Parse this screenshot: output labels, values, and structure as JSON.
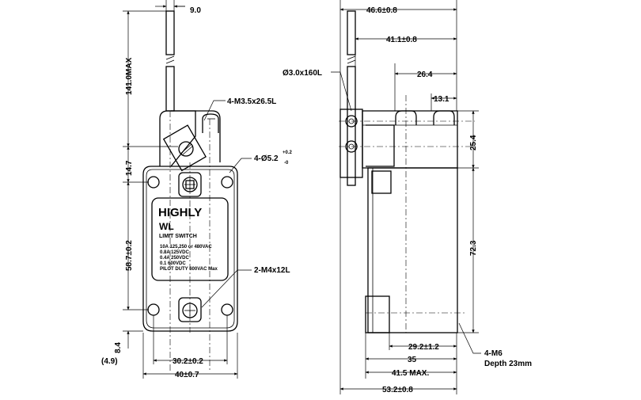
{
  "front_view": {
    "dims": {
      "lever_width": "9.0",
      "rod_length": "141.0MAX",
      "head_height": "14.7",
      "body_height": "58.7±0.2",
      "base_height": "8.4",
      "base_offset": "(4.9)",
      "hole_spacing": "30.2±0.2",
      "body_width": "40±0.7"
    },
    "callouts": {
      "lever_screw": "4-M3.5x26.5L",
      "mount_hole": "4-Ø5.2",
      "mount_hole_tol_plus": "+0.2",
      "mount_hole_tol_minus": "-0",
      "cover_screw": "2-M4x12L"
    },
    "label": {
      "brand": "HIGHLY",
      "model": "WL",
      "type": "LIMIT SWITCH",
      "ratings": [
        "10A 125,250 or 480VAC",
        "0.8A 125VDC",
        "0.4A 250VDC",
        "0.1 600VDC",
        "PILOT DUTY 600VAC Max"
      ]
    }
  },
  "side_view": {
    "dims": {
      "overall_top": "46.6±0.8",
      "lever_offset": "41.1±0.8",
      "rod_spec": "Ø3.0x160L",
      "head_depth": "26.4",
      "cap_depth": "13.1",
      "head_height": "25.4",
      "body_height": "72.3",
      "mount_depth": "29.2±1.2",
      "body_depth": "35",
      "max_depth": "41.5 MAX.",
      "overall_bottom": "53.2±0.8"
    },
    "callouts": {
      "thread": "4-M6",
      "thread_depth": "Depth 23mm"
    }
  }
}
